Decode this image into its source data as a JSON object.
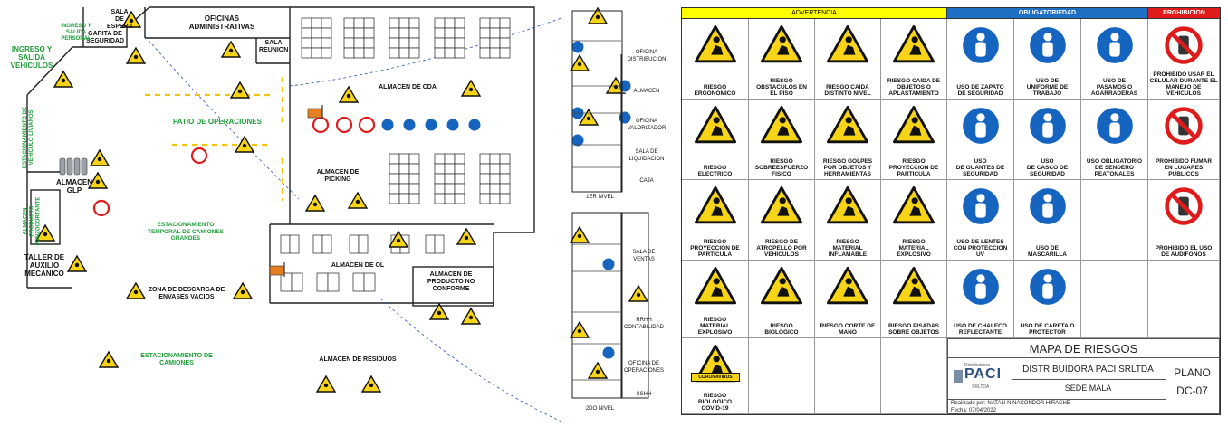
{
  "plan": {
    "zones": [
      {
        "key": "sala_espera",
        "text": "SALA DE\nESPERA"
      },
      {
        "key": "oficinas",
        "text": "OFICINAS\nADMINISTRATIVAS"
      },
      {
        "key": "garita",
        "text": "GARITA DE\nSEGURIDAD"
      },
      {
        "key": "ingreso_personal",
        "text": "INGRESO Y SALIDA\nPERSONAL"
      },
      {
        "key": "ingreso_vehiculos",
        "text": "INGRESO Y\nSALIDA\nVEHICULOS"
      },
      {
        "key": "sala_reunion",
        "text": "SALA\nREUNION"
      },
      {
        "key": "almacen_cda",
        "text": "ALMACEN DE CDA"
      },
      {
        "key": "patio",
        "text": "PATIO DE OPERACIONES"
      },
      {
        "key": "estac_livianos",
        "text": "ESTACIONAMIENTO DE\nVEHICULO LIVIANOS"
      },
      {
        "key": "almacen_glp",
        "text": "ALMACEN\nGLP"
      },
      {
        "key": "almacen_picking",
        "text": "ALMACEN DE\nPICKING"
      },
      {
        "key": "almacen_punzo",
        "text": "ALMACEN PRODUCTO\nPUNZOCORTANTE"
      },
      {
        "key": "estac_temporal",
        "text": "ESTACIONAMIENTO\nTEMPORAL DE CAMIONES\nGRANDES"
      },
      {
        "key": "almacen_ol",
        "text": "ALMACEN DE OL"
      },
      {
        "key": "taller",
        "text": "TALLER DE\nAUXILIO\nMECANICO"
      },
      {
        "key": "zona_descarga",
        "text": "ZONA DE DESCARGA DE\nENVASES VACIOS"
      },
      {
        "key": "almacen_no_conforme",
        "text": "ALMACEN DE\nPRODUCTO NO\nCONFORME"
      },
      {
        "key": "estac_camiones",
        "text": "ESTACIONAMIENTO DE\nCAMIONES"
      },
      {
        "key": "almacen_residuos",
        "text": "ALMACEN DE RESIDUOS"
      }
    ],
    "floors": {
      "first_rooms": [
        "OFICINA\nDISTRIBUCION",
        "ALMACEN",
        "OFICINA\nVALORIZADOR",
        "SALA DE\nLIQUIDACION",
        "CAJA"
      ],
      "first_label": "1ER NIVEL",
      "second_rooms": [
        "SALA DE\nVENTAS",
        "RRHH\nCONTABILIDAD",
        "OFICINA DE\nOPERACIONES",
        "SSHH"
      ],
      "second_label": "2DO NIVEL"
    }
  },
  "legend": {
    "headers": {
      "advertencia": "ADVERTENCIA",
      "obligatoriedad": "OBLIGATORIEDAD",
      "prohibicion": "PROHIBICION"
    },
    "advertencia": [
      "RIESGO\nERGONOMICO",
      "RIESGO\nOBSTACULOS EN\nEL PISO",
      "RIESGO CAIDA\nDISTINTO NIVEL",
      "RIESGO CAIDA DE\nOBJETOS O\nAPLASTAMIENTO",
      "RIESGO\nELECTRICO",
      "RIESGO\nSOBREESFUERZO\nFISICO",
      "RIESGO GOLPES\nPOR OBJETOS Y\nHERRAMIENTAS",
      "RIESGO\nPROYECCION DE\nPARTICULA",
      "RIESGO\nPROYECCION DE\nPARTICULA",
      "RIESGO DE\nATROPELLO POR\nVEHICULOS",
      "RIESGO\nMATERIAL\nINFLAMABLE",
      "RIESGO\nMATERIAL\nEXPLOSIVO",
      "RIESGO\nMATERIAL\nEXPLOSIVO",
      "RIESGO\nBIOLOGICO",
      "RIESGO CORTE DE\nMANO",
      "RIESGO PISADAS\nSOBRE OBJETOS",
      "RIESGO\nBIOLOGICO\nCOVID-19"
    ],
    "covid_badge": "CORONAVIRUS",
    "obligatoriedad": [
      "USO DE ZAPATO\nDE SEGURIDAD",
      "USO DE\nUNIFORME DE\nTRABAJO",
      "USO DE\nPASAMOS O\nAGARRADERAS",
      "USO\nDE GUANTES DE\nSEGURIDAD",
      "USO\nDE CASCO DE\nSEGURIDAD",
      "USO OBLIGATORIO\nDE SENDERO\nPEATONALES",
      "USO DE LENTES\nCON PROTECCION\nUV",
      "USO DE\nMASCARILLA",
      "",
      "USO DE CHALECO\nREFLECTANTE",
      "USO DE CARETA O\nPROTECTOR",
      ""
    ],
    "prohibicion": [
      "PROHIBIDO USAR EL\nCELULAR DURANTE EL\nMANEJO DE\nVEHICULOS",
      "PROHIBIDO FUMAR\nEN LUGARES\nPUBLICOS",
      "PROHIBIDO EL USO\nDE AUDIFONOS",
      ""
    ]
  },
  "title_block": {
    "title": "MAPA DE RIESGOS",
    "company": "DISTRIBUIDORA PACI SRLTDA",
    "site": "SEDE MALA",
    "plano_label": "PLANO",
    "plano_code": "DC-07",
    "logo_small": "Distribuidora",
    "logo_big": "PACI",
    "logo_sub": "SRLTDA",
    "author": "Realizado por: NATALI NINACONDOR HIRACHE",
    "date": "Fecha: 07/04/2022"
  },
  "colors": {
    "advertencia": "#ffff00",
    "obligatoriedad": "#1f6fc4",
    "prohibicion": "#e01b1b",
    "warn_fill": "#f7d417",
    "mand_fill": "#1565c0"
  }
}
